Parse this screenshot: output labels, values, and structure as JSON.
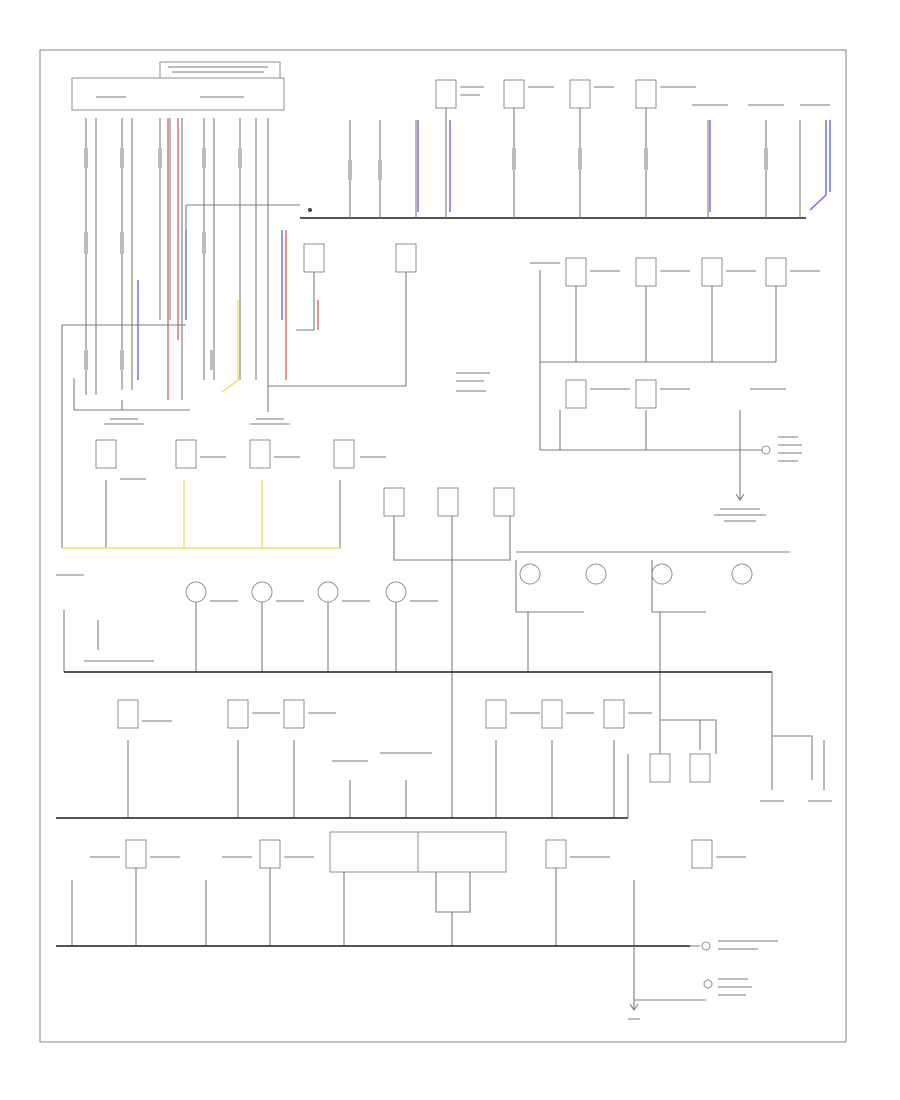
{
  "page": {
    "drawing_code": "",
    "wire_colors": {
      "default": "#7d7d7d",
      "ground_bus": "#1d1d1d",
      "blue": "#6a6ae6",
      "red": "#e06a6a",
      "yellow": "#e8e06a"
    }
  },
  "diagram": {
    "type": "ground-distribution-wiring-schematic",
    "sections": [
      "fuse-box-and-relay-panel",
      "upper-ground-bus",
      "right-component-group",
      "middle-switch-group",
      "lower-lamp-row",
      "lower-component-row",
      "bottom-ground-bus"
    ]
  }
}
